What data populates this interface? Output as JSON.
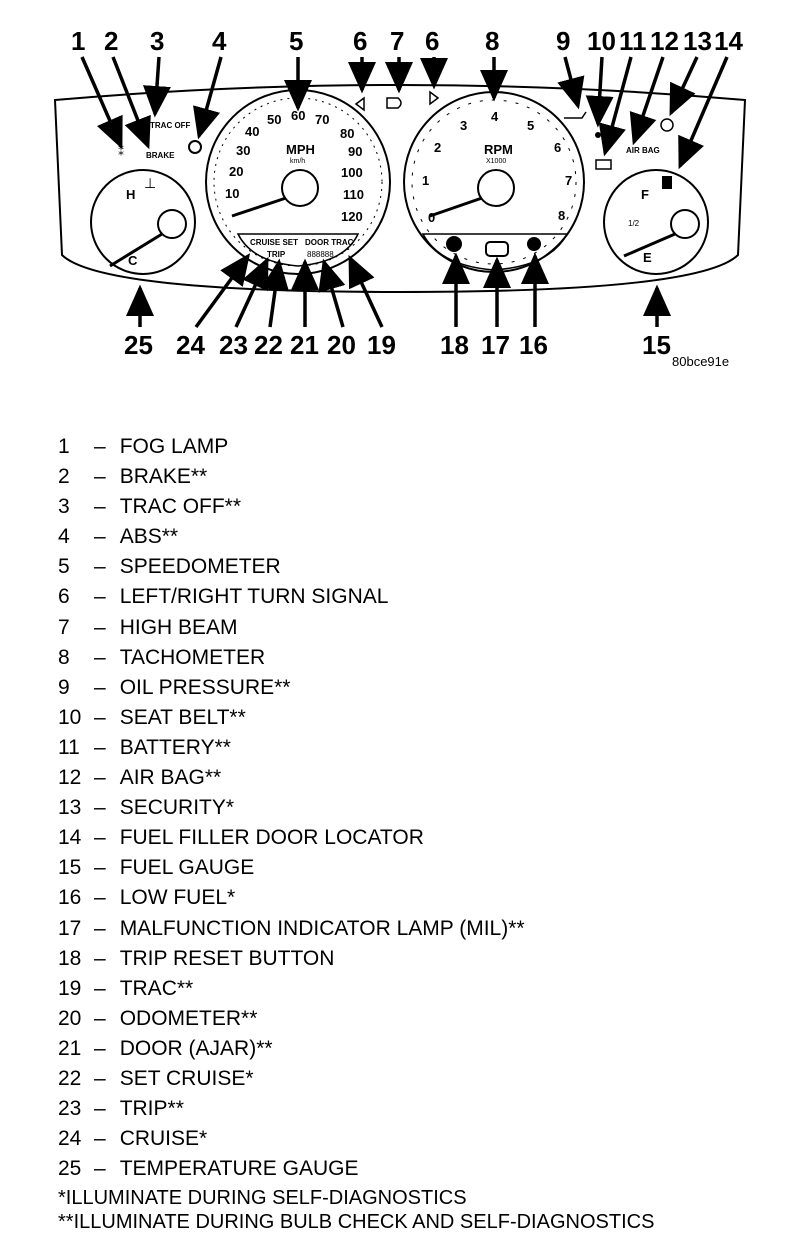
{
  "figure_code": "80bce91e",
  "callout_numbers": [
    "1",
    "2",
    "3",
    "4",
    "5",
    "6",
    "7",
    "6",
    "8",
    "9",
    "10",
    "11",
    "12",
    "13",
    "14",
    "25",
    "24",
    "23",
    "22",
    "21",
    "20",
    "19",
    "18",
    "17",
    "16",
    "15"
  ],
  "panel_text": {
    "trac_off": "TRAC OFF",
    "brake": "BRAKE",
    "temp_h": "H",
    "temp_c": "C",
    "mph": "MPH",
    "kmh": "km/h",
    "speed_ticks": [
      "10",
      "20",
      "30",
      "40",
      "50",
      "60",
      "70",
      "80",
      "90",
      "100",
      "110",
      "120"
    ],
    "rpm": "RPM",
    "rpm_unit": "X1000",
    "rpm_ticks": [
      "0",
      "1",
      "2",
      "3",
      "4",
      "5",
      "6",
      "7",
      "8"
    ],
    "cruise_set": "CRUISE SET",
    "trip": "TRIP",
    "door_trac": "DOOR TRAC",
    "odometer_digits": "888888",
    "air_bag": "AIR BAG",
    "fuel_f": "F",
    "fuel_e": "E",
    "fuel_half": "1/2"
  },
  "legend": [
    {
      "n": "1",
      "label": "FOG LAMP"
    },
    {
      "n": "2",
      "label": "BRAKE**"
    },
    {
      "n": "3",
      "label": "TRAC OFF**"
    },
    {
      "n": "4",
      "label": "ABS**"
    },
    {
      "n": "5",
      "label": "SPEEDOMETER"
    },
    {
      "n": "6",
      "label": "LEFT/RIGHT TURN SIGNAL"
    },
    {
      "n": "7",
      "label": "HIGH BEAM"
    },
    {
      "n": "8",
      "label": "TACHOMETER"
    },
    {
      "n": "9",
      "label": "OIL PRESSURE**"
    },
    {
      "n": "10",
      "label": "SEAT BELT**"
    },
    {
      "n": "11",
      "label": "BATTERY**"
    },
    {
      "n": "12",
      "label": "AIR BAG**"
    },
    {
      "n": "13",
      "label": "SECURITY*"
    },
    {
      "n": "14",
      "label": "FUEL FILLER DOOR LOCATOR"
    },
    {
      "n": "15",
      "label": "FUEL GAUGE"
    },
    {
      "n": "16",
      "label": "LOW FUEL*"
    },
    {
      "n": "17",
      "label": "MALFUNCTION INDICATOR LAMP (MIL)**"
    },
    {
      "n": "18",
      "label": "TRIP RESET BUTTON"
    },
    {
      "n": "19",
      "label": "TRAC**"
    },
    {
      "n": "20",
      "label": "ODOMETER**"
    },
    {
      "n": "21",
      "label": "DOOR (AJAR)**"
    },
    {
      "n": "22",
      "label": "SET CRUISE*"
    },
    {
      "n": "23",
      "label": "TRIP**"
    },
    {
      "n": "24",
      "label": "CRUISE*"
    },
    {
      "n": "25",
      "label": "TEMPERATURE GAUGE"
    }
  ],
  "notes": {
    "single": "*ILLUMINATE DURING SELF-DIAGNOSTICS",
    "double": "**ILLUMINATE DURING BULB CHECK AND SELF-DIAGNOSTICS"
  }
}
